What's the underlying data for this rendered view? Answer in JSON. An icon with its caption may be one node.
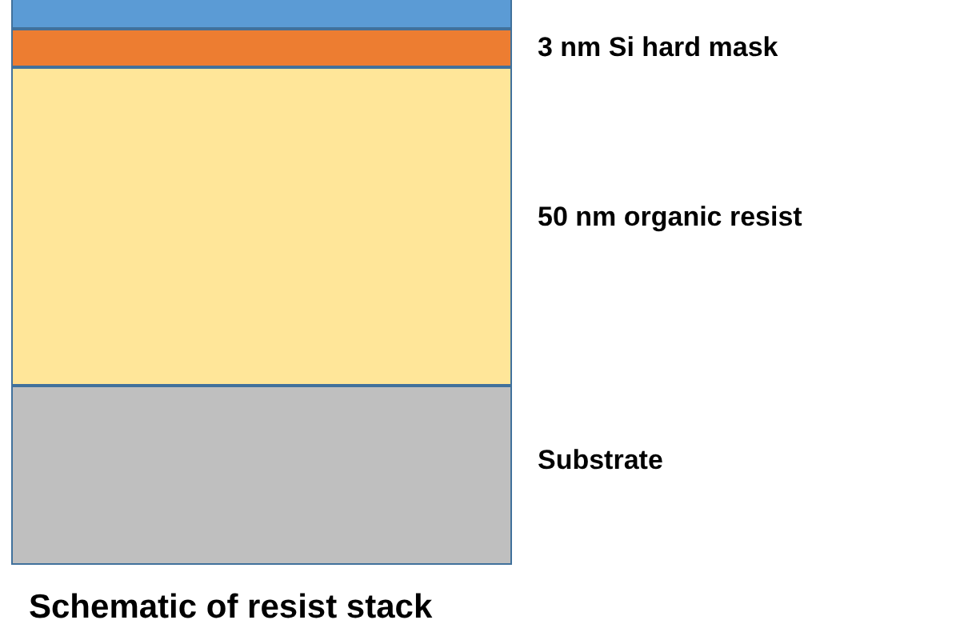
{
  "diagram": {
    "title": "Schematic of resist stack",
    "nodes": [
      {
        "text": [],
        "shape": "box"
      },
      {
        "text": [],
        "shape": "box",
        "beside": [
          "3 nm Si hard mask"
        ]
      },
      {
        "text": [],
        "shape": "box",
        "beside": [
          "50 nm organic resist"
        ]
      },
      {
        "text": [],
        "shape": "box",
        "beside": [
          "Substrate"
        ]
      }
    ]
  }
}
